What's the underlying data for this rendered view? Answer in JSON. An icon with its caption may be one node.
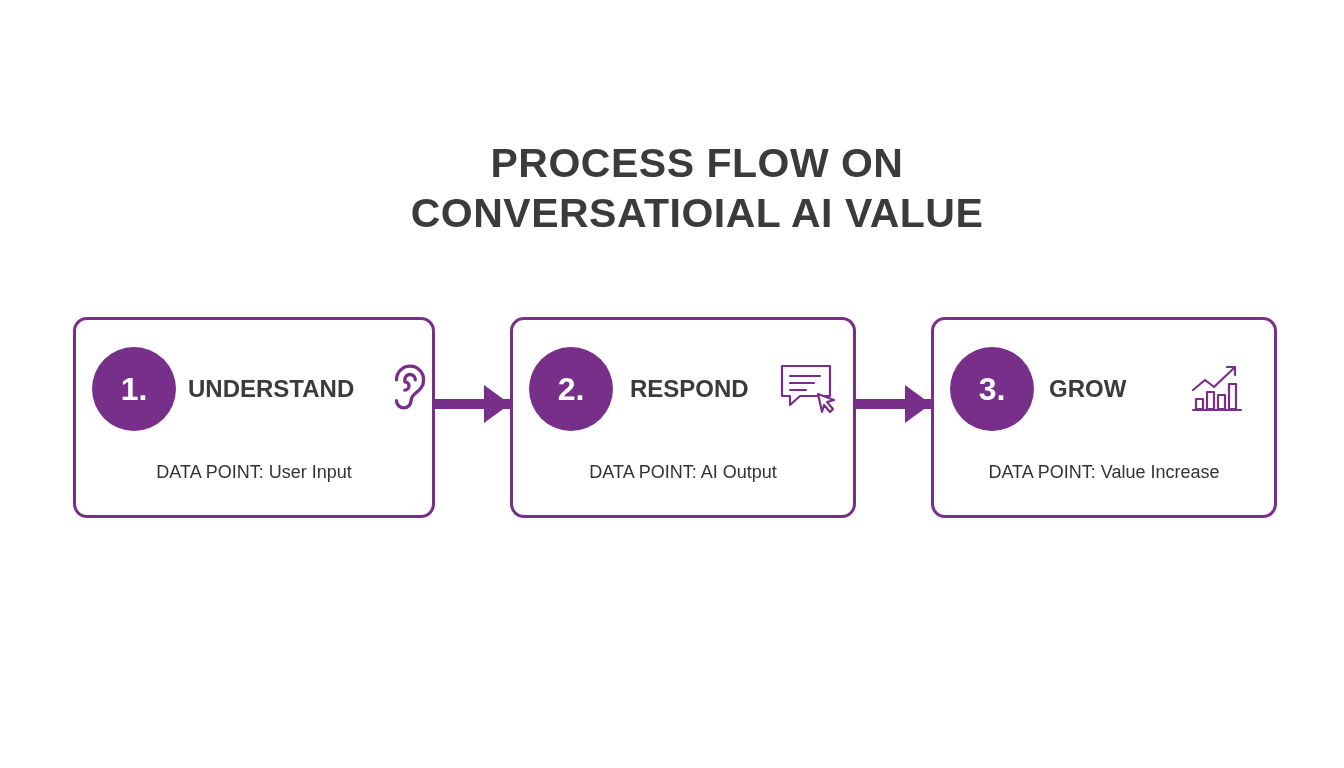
{
  "diagram": {
    "title": "PROCESS FLOW ON CONVERSATIOIAL AI VALUE",
    "nodes": [
      {
        "text": [
          "UNDERSTAND",
          "DATA POINT: User Input"
        ]
      },
      {
        "text": [
          "1."
        ],
        "in": 0
      },
      {
        "text": [
          "RESPOND",
          "DATA POINT: AI Output"
        ]
      },
      {
        "text": [
          "2."
        ],
        "in": 2
      },
      {
        "text": [
          "GROW",
          "DATA POINT: Value Increase"
        ]
      },
      {
        "text": [
          "3."
        ],
        "in": 4
      }
    ],
    "edges": [
      {
        "from": 0,
        "to": 2,
        "arrow": "to"
      },
      {
        "from": 2,
        "to": 4,
        "arrow": "to"
      }
    ]
  }
}
